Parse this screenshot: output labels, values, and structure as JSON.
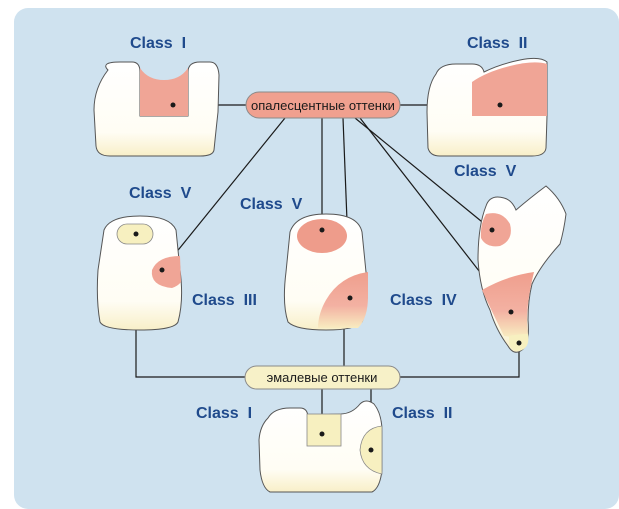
{
  "labels": {
    "top_left": "Class  I",
    "top_right": "Class  II",
    "mid_right": "Class  V",
    "left_top": "Class  V",
    "center_top": "Class  V",
    "left_bottom": "Class  III",
    "center_bottom": "Class  IV",
    "bottom_left": "Class  I",
    "bottom_right": "Class  II"
  },
  "pills": {
    "opalescent": "опалесцентные оттенки",
    "enamel": "эмалевые оттенки"
  },
  "colors": {
    "background": "#cfe2ef",
    "tooth": "#fdfaf0",
    "pink": "#f0a596",
    "cream": "#f7f0c0",
    "label": "#1f4a8c",
    "pill_pink": "#f0a08f",
    "pill_cream": "#f7f1c8"
  }
}
